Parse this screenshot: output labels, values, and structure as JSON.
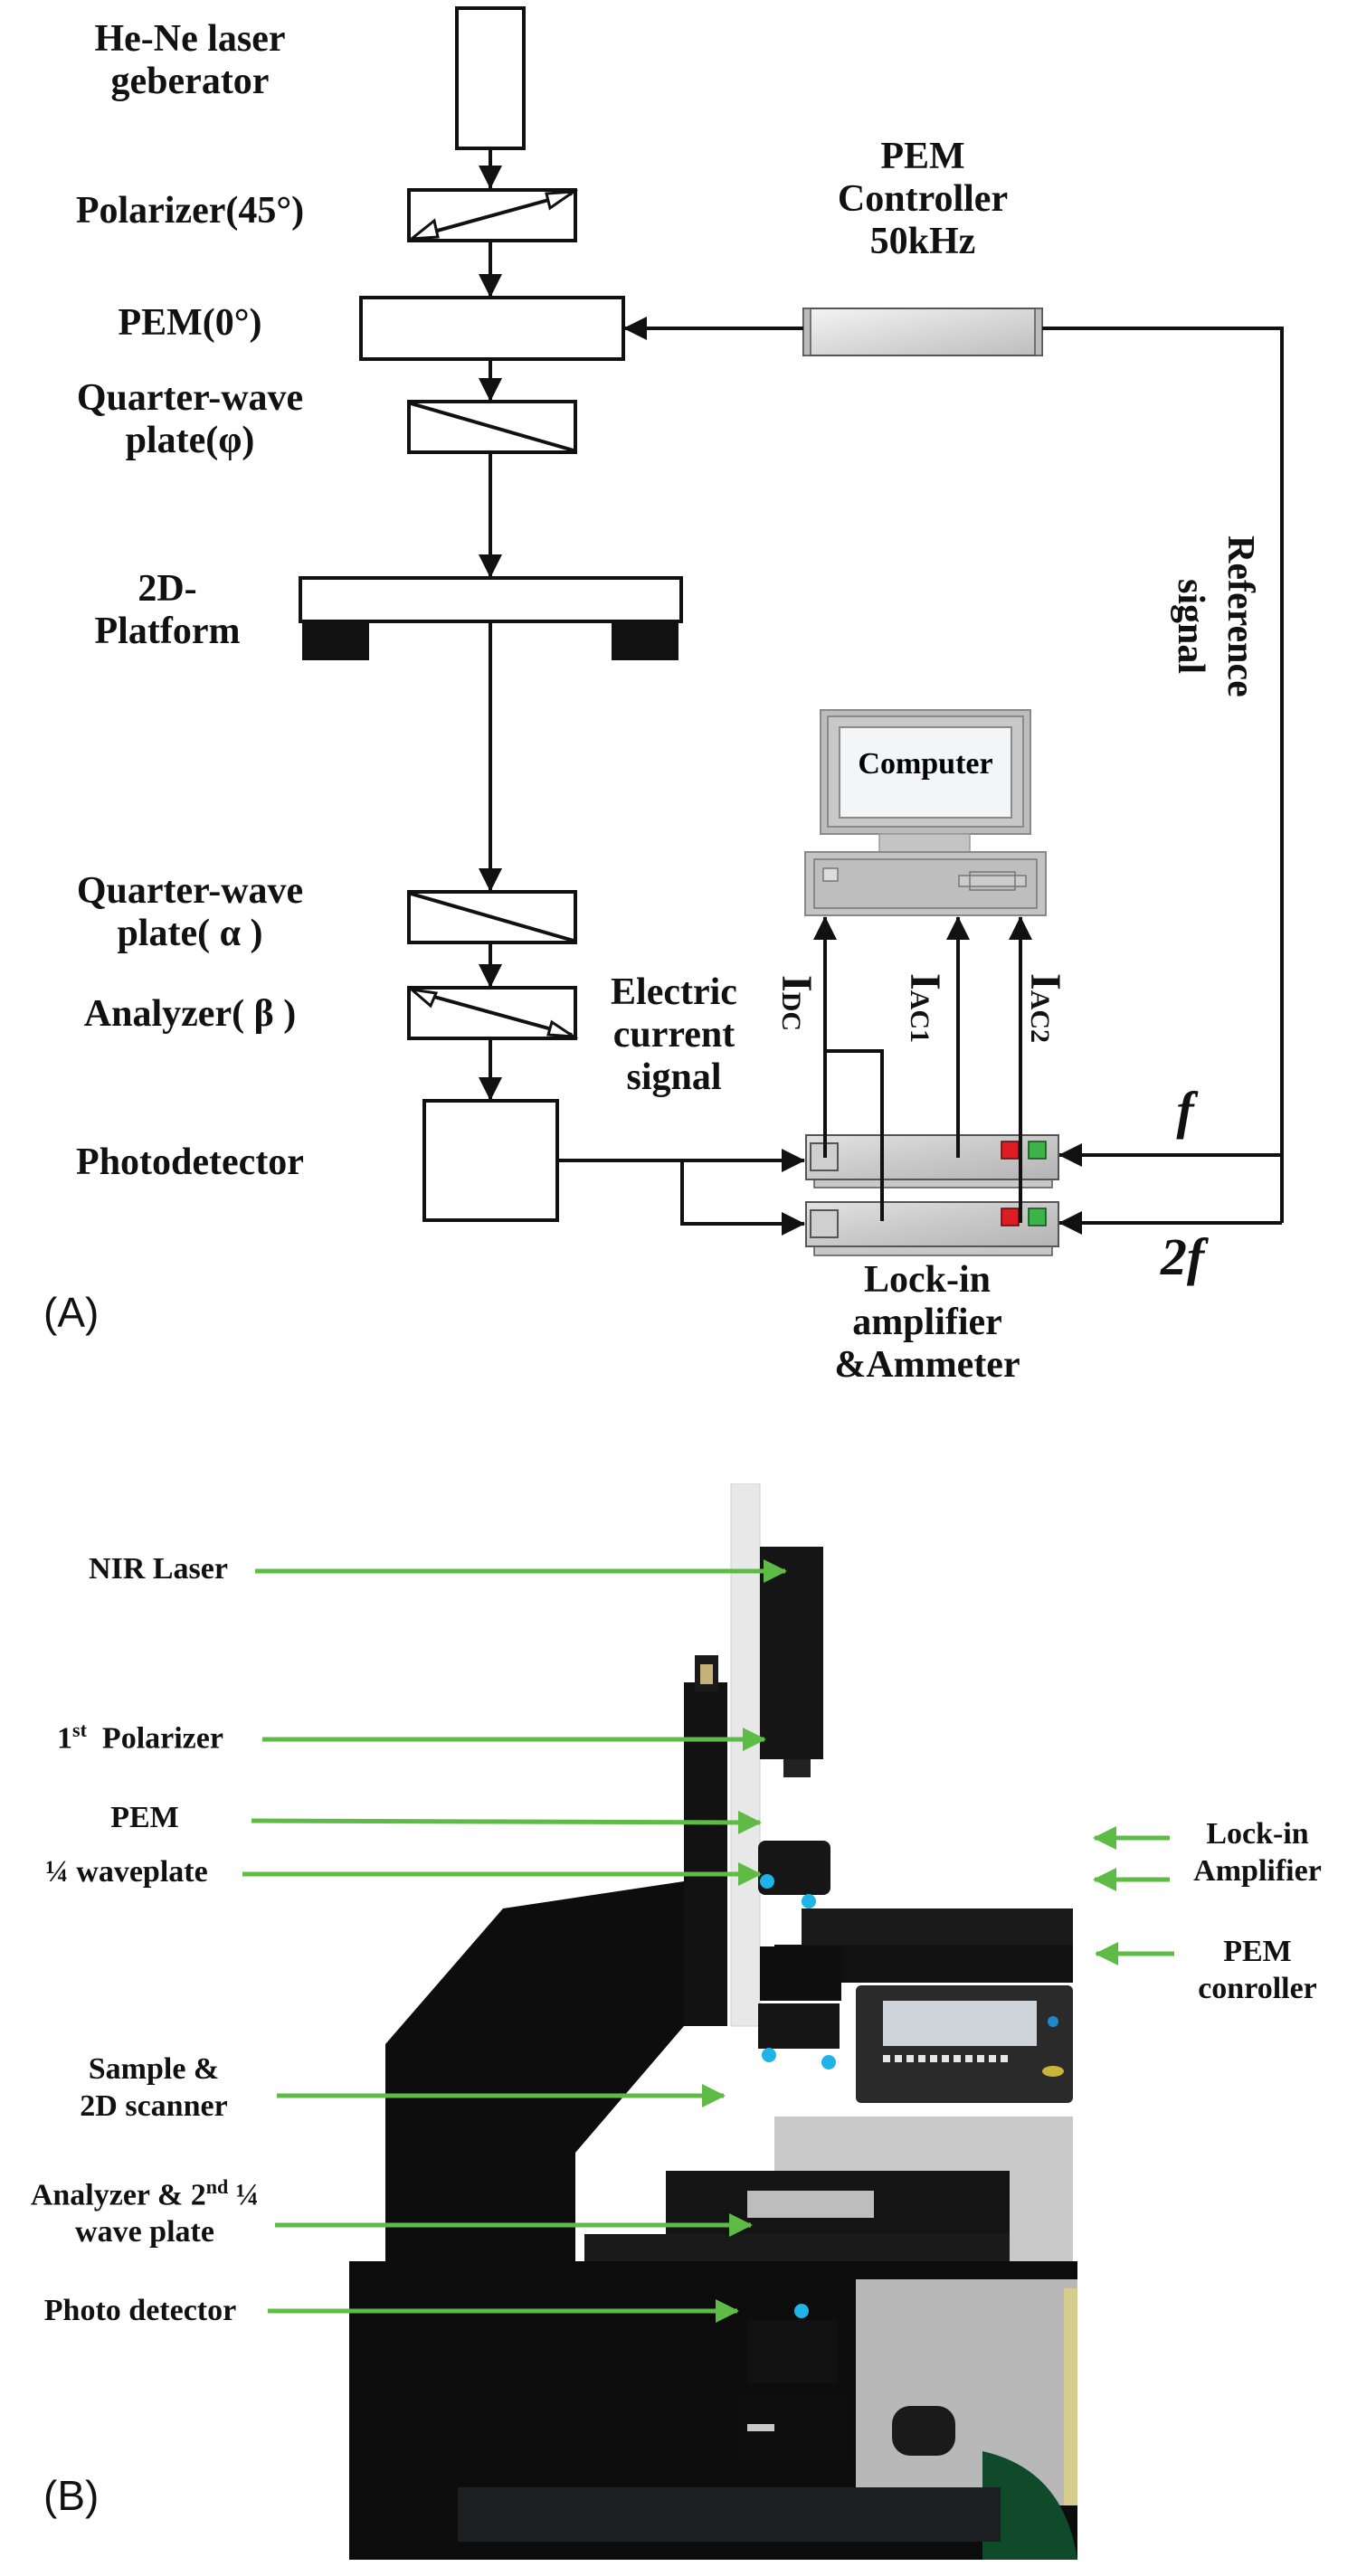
{
  "panel_a": {
    "panel_label": "(A)",
    "labels": {
      "laser_line1": "He-Ne laser",
      "laser_line2": "geberator",
      "polarizer": "Polarizer(45°)",
      "pem": "PEM(0°)",
      "qwp1_line1": "Quarter-wave",
      "qwp1_line2": "plate(φ)",
      "platform_line1": "2D-",
      "platform_line2": "Platform",
      "qwp2_line1": "Quarter-wave",
      "qwp2_line2": "plate( α )",
      "analyzer": "Analyzer( β )",
      "photodetector": "Photodetector",
      "pem_controller_line1": "PEM",
      "pem_controller_line2": "Controller",
      "pem_controller_line3": "50kHz",
      "reference_line1": "Reference",
      "reference_line2": "signal",
      "computer": "Computer",
      "electric_line1": "Electric",
      "electric_line2": "current",
      "electric_line3": "signal",
      "idc_main": "I",
      "idc_sub": "DC",
      "iac1_main": "I",
      "iac1_sub": "AC1",
      "iac2_main": "I",
      "iac2_sub": "AC2",
      "freq_f": "f",
      "freq_2f": "2f",
      "lockin_line1": "Lock-in",
      "lockin_line2": "amplifier",
      "lockin_line3": "&Ammeter"
    },
    "colors": {
      "line": "#111111",
      "device_gray": "#c0c0c0",
      "led_red": "#dd1c24",
      "led_green": "#3cb44a"
    }
  },
  "panel_b": {
    "panel_label": "(B)",
    "left_labels": [
      {
        "id": "nir-laser",
        "text": "NIR Laser"
      },
      {
        "id": "polarizer",
        "text_pre": "1",
        "sup": "st",
        "text_post": "  Polarizer"
      },
      {
        "id": "pem",
        "text": "PEM"
      },
      {
        "id": "waveplate",
        "text": "¼ waveplate"
      },
      {
        "id": "sample-line1",
        "text": "Sample &"
      },
      {
        "id": "sample-line2",
        "text": "2D scanner"
      },
      {
        "id": "analyzer-line1",
        "text_pre": "Analyzer & 2",
        "sup": "nd",
        "text_post": " ¼"
      },
      {
        "id": "analyzer-line2",
        "text": "wave plate"
      },
      {
        "id": "photo-detector",
        "text": "Photo detector"
      }
    ],
    "right_labels": {
      "lockin_line1": "Lock-in",
      "lockin_line2": "Amplifier",
      "pem_line1": "PEM",
      "pem_line2": "conroller"
    },
    "colors": {
      "arrow_green": "#5dbb46"
    }
  }
}
